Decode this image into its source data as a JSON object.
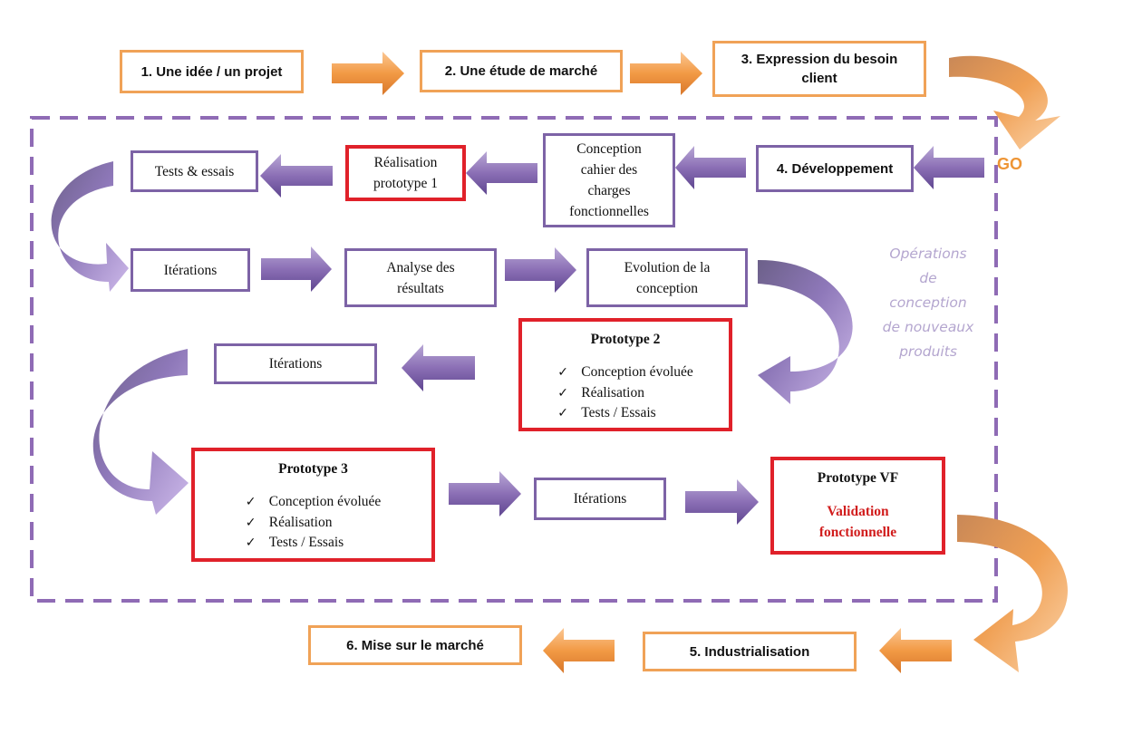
{
  "colors": {
    "orange_border": "#f0a257",
    "purple_border": "#7d63a6",
    "red_border": "#e0212a",
    "go_text": "#ee9535",
    "operations_text": "#b4a6cf",
    "validation_text": "#d11d1d"
  },
  "icons": {
    "check": "check-icon",
    "straight_arrow": "arrow-icon",
    "curved_arrow": "curved-arrow-icon"
  },
  "steps": {
    "idea": "1. Une idée / un projet",
    "market_study": "2. Une étude de marché",
    "client_need_line1": "3. Expression du besoin",
    "client_need_line2": "client",
    "development": "4. Développement",
    "industrialisation": "5. Industrialisation",
    "market_launch": "6. Mise sur le marché"
  },
  "go_label": "GO",
  "dev_cycle": {
    "spec": [
      "Conception",
      "cahier des",
      "charges",
      "fonctionnelles"
    ],
    "prototype1": [
      "Réalisation",
      "prototype 1"
    ],
    "tests": "Tests & essais",
    "iterations1": "Itérations",
    "analysis": [
      "Analyse des",
      "résultats"
    ],
    "evolution": [
      "Evolution de la",
      "conception"
    ],
    "prototype2": {
      "title": "Prototype 2",
      "items": [
        "Conception évoluée",
        "Réalisation",
        "Tests / Essais"
      ]
    },
    "iterations2": "Itérations",
    "prototype3": {
      "title": "Prototype 3",
      "items": [
        "Conception évoluée",
        "Réalisation",
        "Tests / Essais"
      ]
    },
    "iterations3": "Itérations",
    "prototype_vf": {
      "title": "Prototype VF",
      "validation": [
        "Validation",
        "fonctionnelle"
      ]
    }
  },
  "operations_label": [
    "Opérations",
    "de",
    "conception",
    "de nouveaux",
    "produits"
  ]
}
